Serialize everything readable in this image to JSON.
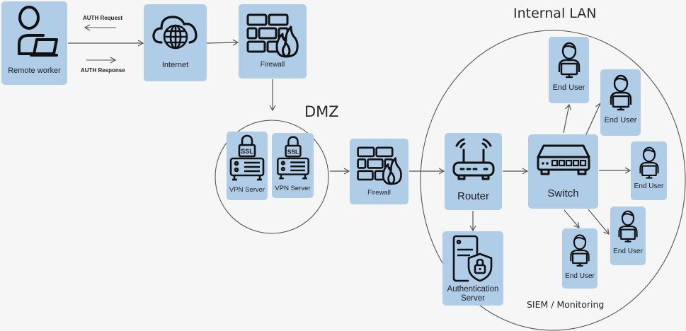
{
  "diagram": {
    "title": "Remote Access Network Architecture",
    "colors": {
      "node_fill": "#b0cde8",
      "line": "#555555",
      "background": "#f6f6f6",
      "icon": "#111111"
    },
    "zones": {
      "dmz": {
        "label": "DMZ"
      },
      "lan": {
        "label": "Internal LAN",
        "footer": "SIEM / Monitoring"
      }
    },
    "nodes": {
      "remote_worker": {
        "label": "Remote worker",
        "icon": "user-laptop-icon"
      },
      "internet": {
        "label": "Internet",
        "icon": "cloud-globe-icon"
      },
      "firewall_edge": {
        "label": "Firewall",
        "icon": "firewall-icon"
      },
      "vpn_server_1": {
        "label": "VPN Server",
        "icon": "ssl-server-icon",
        "badge": "SSL"
      },
      "vpn_server_2": {
        "label": "VPN Server",
        "icon": "ssl-server-icon",
        "badge": "SSL"
      },
      "firewall_internal": {
        "label": "Firewall",
        "icon": "firewall-icon"
      },
      "router": {
        "label": "Router",
        "icon": "router-icon"
      },
      "switch": {
        "label": "Switch",
        "icon": "switch-icon"
      },
      "auth_server": {
        "label_line1": "Authentication",
        "label_line2": "Server",
        "icon": "shield-server-icon"
      },
      "end_user_1": {
        "label": "End User",
        "icon": "user-monitor-icon"
      },
      "end_user_2": {
        "label": "End User",
        "icon": "user-monitor-icon"
      },
      "end_user_3": {
        "label": "End User",
        "icon": "user-monitor-icon"
      },
      "end_user_4": {
        "label": "End User",
        "icon": "user-monitor-icon"
      },
      "end_user_5": {
        "label": "End User",
        "icon": "user-monitor-icon"
      }
    },
    "edge_labels": {
      "auth_request": "AUTH Request",
      "auth_response": "AUTH Response"
    },
    "edges": [
      {
        "from": "remote_worker",
        "to": "internet"
      },
      {
        "from": "internet",
        "to": "firewall_edge"
      },
      {
        "from": "firewall_edge",
        "to": "dmz"
      },
      {
        "from": "dmz",
        "to": "firewall_internal"
      },
      {
        "from": "firewall_internal",
        "to": "router"
      },
      {
        "from": "router",
        "to": "switch"
      },
      {
        "from": "router",
        "to": "auth_server"
      },
      {
        "from": "switch",
        "to": "end_user_1"
      },
      {
        "from": "switch",
        "to": "end_user_2"
      },
      {
        "from": "switch",
        "to": "end_user_3"
      },
      {
        "from": "switch",
        "to": "end_user_4"
      },
      {
        "from": "switch",
        "to": "end_user_5"
      }
    ]
  }
}
